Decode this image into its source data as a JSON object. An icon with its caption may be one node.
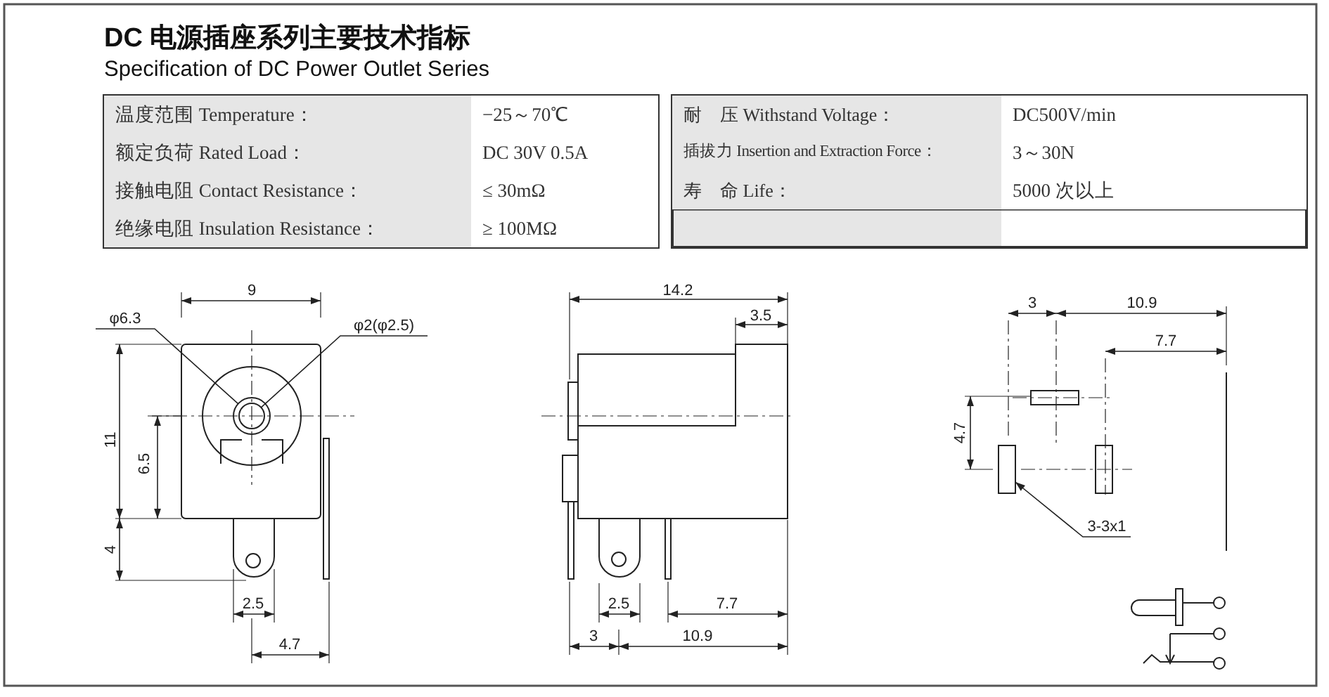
{
  "diagram": {
    "title": "DC 电源插座系列主要技术指标",
    "nodes": [
      {
        "text": [
          "φ6.3"
        ]
      },
      {
        "text": [
          "φ2(φ2.5)"
        ]
      },
      {
        "text": [],
        "shape": "circle"
      },
      {
        "text": [],
        "shape": "circle",
        "in": 2
      },
      {
        "text": [
          "3-3x1"
        ]
      },
      {
        "text": [],
        "shape": "box"
      }
    ],
    "edges": [
      {
        "from": 0,
        "to": 2,
        "arrow": "none"
      },
      {
        "from": 1,
        "to": 3,
        "arrow": "none"
      },
      {
        "from": 4,
        "to": 5,
        "arrow": "to"
      }
    ],
    "labels": [
      "Specification of DC Power Outlet Series",
      "温度范围 Temperature：",
      "−25～70℃",
      "耐　压 Withstand Voltage：",
      "DC500V/min",
      "额定负荷 Rated Load：",
      "DC 30V 0.5A",
      "插拔力 Insertion and Extraction Force：",
      "3～30N",
      "接触电阻 Contact Resistance：",
      "≤ 30mΩ",
      "寿　命 Life：",
      "5000 次以上",
      "绝缘电阻 Insulation Resistance：",
      "≥ 100MΩ",
      "9",
      "11",
      "6.5",
      "4",
      "2.5",
      "4.7",
      "14.2",
      "3.5",
      "2.5",
      "7.7",
      "3",
      "10.9",
      "3",
      "10.9",
      "7.7",
      "4.7"
    ]
  }
}
